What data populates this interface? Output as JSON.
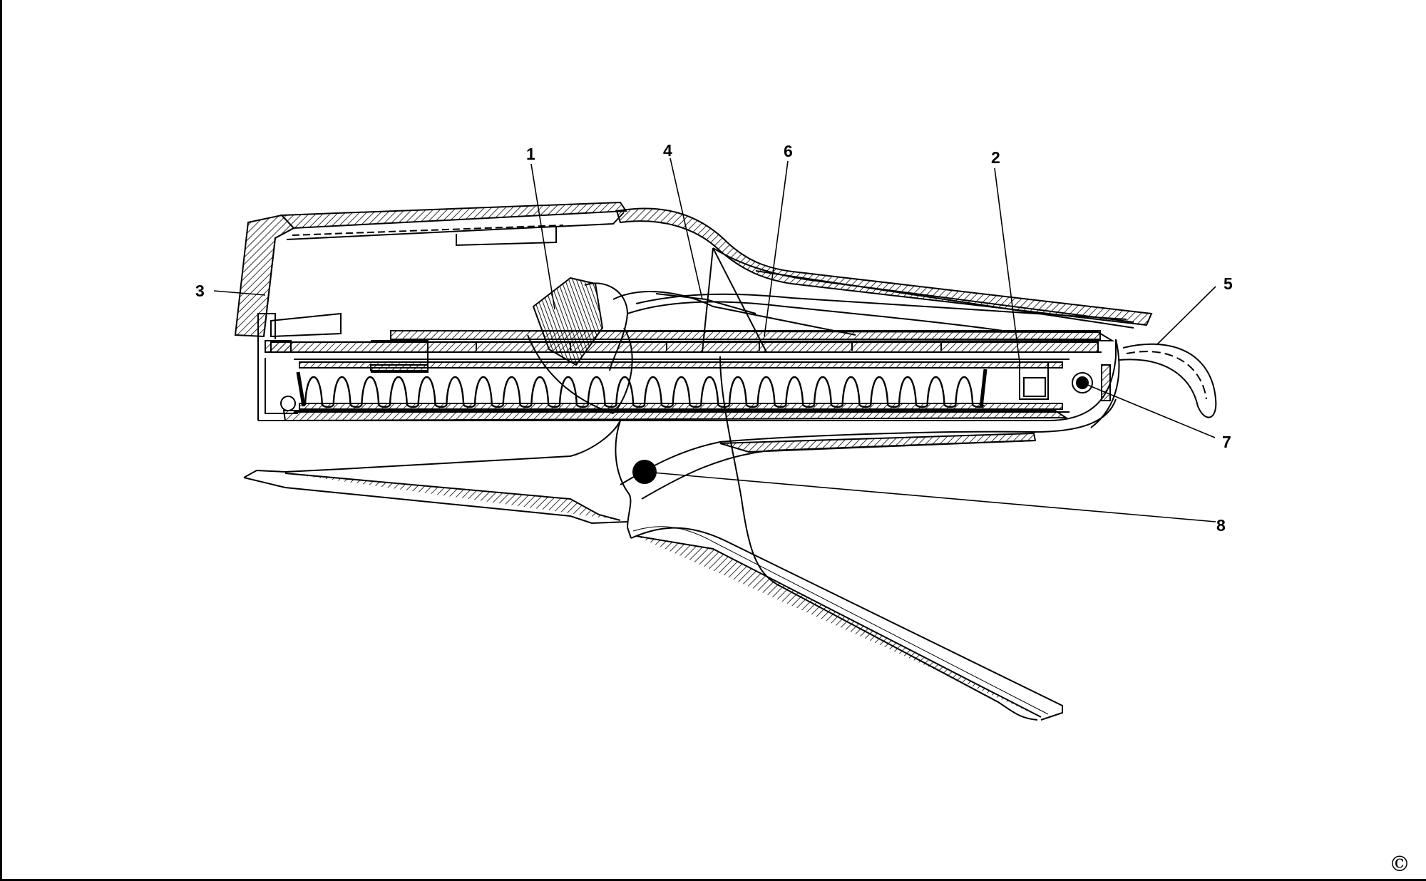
{
  "callouts": [
    {
      "id": "1",
      "label": "1"
    },
    {
      "id": "2",
      "label": "2"
    },
    {
      "id": "3",
      "label": "3"
    },
    {
      "id": "4",
      "label": "4"
    },
    {
      "id": "5",
      "label": "5"
    },
    {
      "id": "6",
      "label": "6"
    },
    {
      "id": "7",
      "label": "7"
    },
    {
      "id": "8",
      "label": "8"
    }
  ],
  "copyright": "©"
}
